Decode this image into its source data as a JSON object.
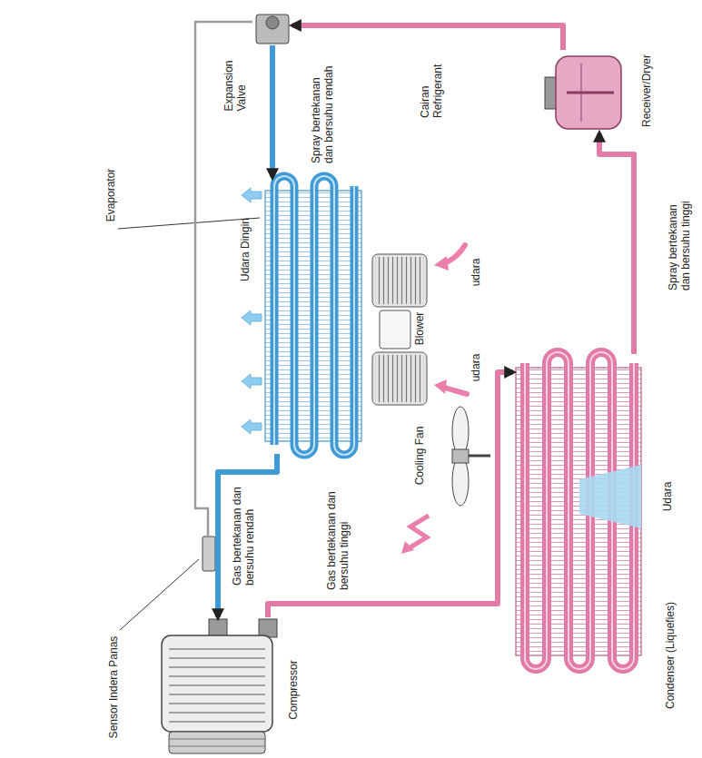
{
  "diagram": {
    "nodes": [
      {
        "text": [
          "Expansion Valve"
        ]
      },
      {
        "text": [
          "Receiver/Dryer"
        ]
      },
      {
        "text": [
          "Evaporator"
        ]
      },
      {
        "text": [
          "Blower"
        ]
      },
      {
        "text": [
          "Cooling Fan"
        ]
      },
      {
        "text": [
          "Condenser (Liquefies)"
        ]
      },
      {
        "text": [
          "Compressor"
        ]
      },
      {
        "text": [
          "Sensor Indera Panas"
        ]
      }
    ],
    "edges": [
      {
        "from": 6,
        "to": 5,
        "arrow": "to",
        "label": "Gas bertekanan dan bersuhu tinggi"
      },
      {
        "from": 5,
        "to": 1,
        "arrow": "to",
        "label": "Spray bertekanan dan bersuhu tinggi"
      },
      {
        "from": 1,
        "to": 0,
        "arrow": "to",
        "label": "Cairan Refrigerant"
      },
      {
        "from": 0,
        "to": 2,
        "arrow": "to",
        "label": "Spray bertekanan dan bersuhu rendah"
      },
      {
        "from": 2,
        "to": 6,
        "arrow": "to",
        "label": "Gas bertekanan dan bersuhu rendah"
      },
      {
        "from": 0,
        "to": 7,
        "arrow": "none"
      }
    ],
    "labels": [
      "Udara Dingin",
      "udara",
      "udara",
      "Udara"
    ]
  }
}
